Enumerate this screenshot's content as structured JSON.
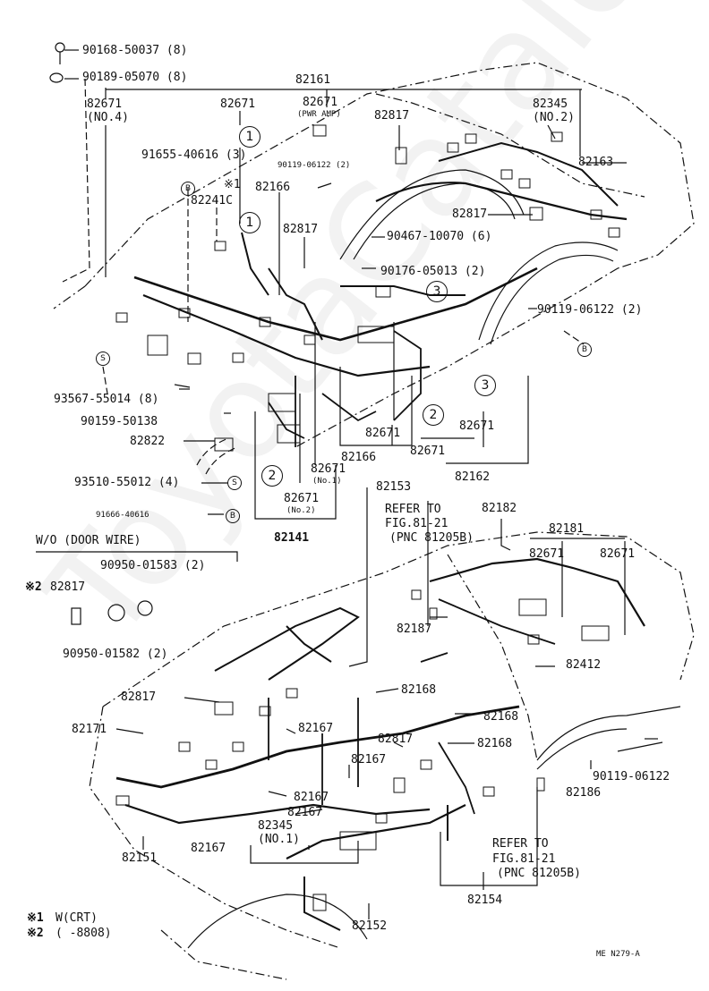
{
  "watermark": "ToyotaCatalog.ru",
  "labels": {
    "p90168": "90168-50037 (8)",
    "p90189": "90189-05070 (8)",
    "p82161": "82161",
    "p82671_no4": "82671",
    "no4": "(NO.4)",
    "p82671_a": "82671",
    "p82671_pwr": "82671",
    "pwr_amp": "(PWR AMP)",
    "p82817_a": "82817",
    "p82345_no2": "82345",
    "no2": "(NO.2)",
    "p91655": "91655-40616 (3)",
    "p90119_a": "90119-06122 (2)",
    "p82163": "82163",
    "mark1_a": "※1",
    "p82166_a": "82166",
    "p82241c": "82241C",
    "p82817_b": "82817",
    "p82817_c": "82817",
    "p90467": "90467-10070 (6)",
    "p90176": "90176-05013 (2)",
    "p90119_b": "90119-06122 (2)",
    "p93567": "93567-55014 (8)",
    "p90159": "90159-50138",
    "p82822": "82822",
    "p82671_b": "82671",
    "p82671_c": "82671",
    "p82671_d": "82671",
    "p82166_b": "82166",
    "p82162": "82162",
    "p93510": "93510-55012 (4)",
    "p82671_no1": "82671",
    "no1": "(No.1)",
    "p82671_no2": "82671",
    "no2b": "(No.2)",
    "p91666": "91666-40616",
    "p82141": "82141",
    "p82153": "82153",
    "refer_a1": "REFER TO",
    "refer_a2": "FIG.81-21",
    "refer_a3": "(PNC 81205B)",
    "p82182": "82182",
    "p82181": "82181",
    "p82671_e": "82671",
    "p82671_f": "82671",
    "wo_door": "W/O (DOOR WIRE)",
    "p90950_1583": "90950-01583 (2)",
    "mark2_a": "※2",
    "p82817_d": "82817",
    "p90950_1582": "90950-01582 (2)",
    "p82187": "82187",
    "p82412": "82412",
    "p82168_a": "82168",
    "p82817_e": "82817",
    "p82168_b": "82168",
    "p82171": "82171",
    "p82167_a": "82167",
    "p82817_f": "82817",
    "p82168_c": "82168",
    "p90119_c": "90119-06122",
    "p82167_b": "82167",
    "p82186": "82186",
    "p82167_c": "82167",
    "p82167_d": "82167",
    "p82345_no1": "82345",
    "no1b": "(NO.1)",
    "p82151": "82151",
    "p82167_e": "82167",
    "refer_b1": "REFER TO",
    "refer_b2": "FIG.81-21",
    "refer_b3": "(PNC 81205B)",
    "p82154": "82154",
    "p82152": "82152",
    "legend1_mark": "※1",
    "legend1_text": "W(CRT)",
    "legend2_mark": "※2",
    "legend2_text": "(    -8808)",
    "figure_code": "ME  N279-A"
  },
  "callouts": {
    "c1": "1",
    "c2": "2",
    "c3": "3",
    "s": "S",
    "b": "B"
  }
}
